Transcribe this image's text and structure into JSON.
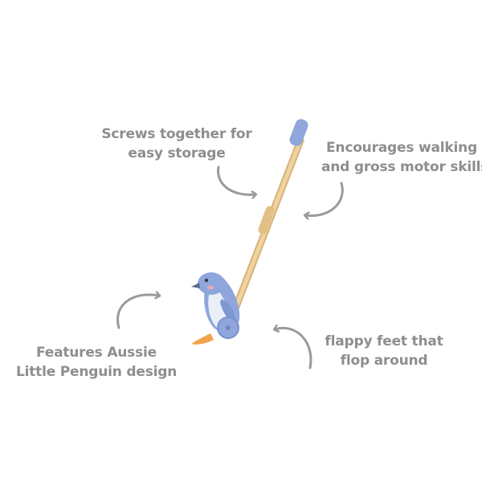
{
  "captions": {
    "screws": {
      "line1": "Screws together for",
      "line2": "easy storage"
    },
    "walking": {
      "line1": "Encourages walking",
      "line2": "and gross motor skills"
    },
    "penguin": {
      "line1": "Features Aussie",
      "line2": "Little Penguin design"
    },
    "feet": {
      "line1": "flappy feet that",
      "line2": "flop around"
    }
  },
  "colors": {
    "caption_text": "#8e8e8e",
    "arrow": "#9a9a9a",
    "penguin_blue": "#8fa6dc",
    "penguin_belly": "#e9eef8",
    "handle_wood": "#e9c98e",
    "handle_grip": "#8fa6dc",
    "feet_orange": "#f0a34a",
    "cheek_pink": "#e8a6b8"
  },
  "icons": [
    "arrow-icon",
    "penguin-push-toy"
  ]
}
